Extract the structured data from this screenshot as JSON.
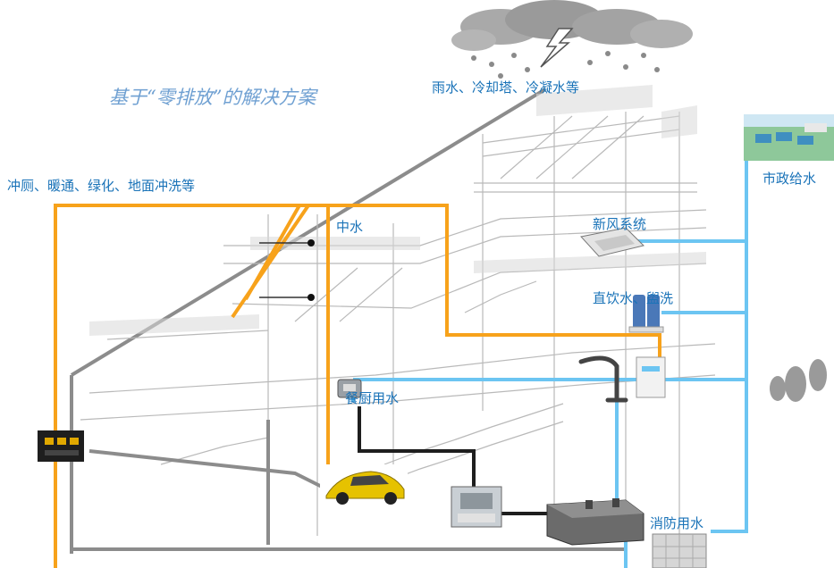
{
  "title": "基于“零排放”的解决方案",
  "labels": {
    "rain": "雨水、冷却塔、冷凝水等",
    "flush": "冲厕、暖通、绿化、地面冲洗等",
    "municipal": "市政给水",
    "reclaimed": "中水",
    "fresh_air": "新风系统",
    "drinking": "直饮水、盥洗",
    "kitchen": "餐厨用水",
    "fire": "消防用水"
  },
  "colors": {
    "reclaimed_line": "#f7a21b",
    "supply_line": "#6cc5f2",
    "drain_line": "#8c8c8c",
    "kitchen_line": "#1e1e1e",
    "label_text": "#1a73b8",
    "title_text": "#6fa0d2",
    "structure_sketch": "#b9b9b9"
  },
  "icons": [
    "rain-cloud-icon",
    "lightning-icon",
    "municipal-plant-image",
    "air-handler-unit-icon",
    "water-purifier-icon",
    "faucet-icon",
    "water-dispenser-icon",
    "kitchen-tap-icon",
    "sports-car-image",
    "oil-separator-icon",
    "treatment-tank-icon",
    "fire-water-tank-icon",
    "rainwater-module-icon"
  ]
}
